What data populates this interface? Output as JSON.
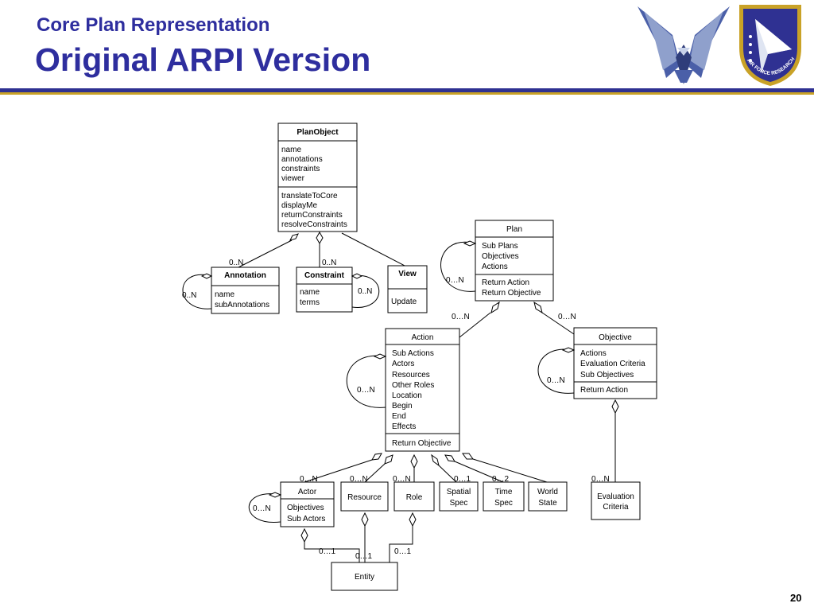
{
  "slide": {
    "subtitle": "Core Plan Representation",
    "title": "Original ARPI Version",
    "page_number": "20",
    "logo_text": "AIR FORCE RESEARCH LABORATORY"
  },
  "diagram": {
    "classes": {
      "planobject": {
        "name": "PlanObject",
        "attributes": [
          "name",
          "annotations",
          "constraints",
          "viewer"
        ],
        "methods": [
          "translateToCore",
          "displayMe",
          "returnConstraints",
          "resolveConstraints"
        ]
      },
      "annotation": {
        "name": "Annotation",
        "attributes": [
          "name",
          "subAnnotations"
        ]
      },
      "constraint": {
        "name": "Constraint",
        "attributes": [
          "name",
          "terms"
        ]
      },
      "view": {
        "name": "View",
        "methods": [
          "Update"
        ]
      },
      "plan": {
        "name": "Plan",
        "attributes": [
          "Sub Plans",
          "Objectives",
          "Actions"
        ],
        "methods": [
          "Return Action",
          "Return Objective"
        ]
      },
      "action": {
        "name": "Action",
        "attributes": [
          "Sub Actions",
          "Actors",
          "Resources",
          "Other Roles",
          "Location",
          "Begin",
          "End",
          "Effects"
        ],
        "methods": [
          "Return Objective"
        ]
      },
      "objective": {
        "name": "Objective",
        "attributes": [
          "Actions",
          "Evaluation Criteria",
          "Sub Objectives"
        ],
        "methods": [
          "Return Action"
        ]
      },
      "actor": {
        "name": "Actor",
        "attributes": [
          "Objectives",
          "Sub Actors"
        ]
      },
      "resource": {
        "name": "Resource"
      },
      "role": {
        "name": "Role"
      },
      "spatial_spec": {
        "name": [
          "Spatial",
          "Spec"
        ]
      },
      "time_spec": {
        "name": [
          "Time",
          "Spec"
        ]
      },
      "world_state": {
        "name": [
          "World",
          "State"
        ]
      },
      "evaluation_criteria": {
        "name": [
          "Evaluation",
          "Criteria"
        ]
      },
      "entity": {
        "name": "Entity"
      }
    },
    "multiplicities": {
      "planobject_annotation": "0..N",
      "planobject_constraint": "0..N",
      "annotation_self": "0..N",
      "constraint_self": "0..N",
      "plan_self": "0…N",
      "plan_action": "0…N",
      "plan_objective": "0…N",
      "action_self": "0…N",
      "objective_self": "0…N",
      "action_actor": "0…N",
      "action_resource": "0…N",
      "action_role": "0…N",
      "action_spatial": "0…1",
      "action_time": "0…2",
      "objective_eval": "0…N",
      "actor_self": "0…N",
      "actor_entity": "0…1",
      "resource_entity": "0…1",
      "role_entity": "0…1"
    }
  }
}
